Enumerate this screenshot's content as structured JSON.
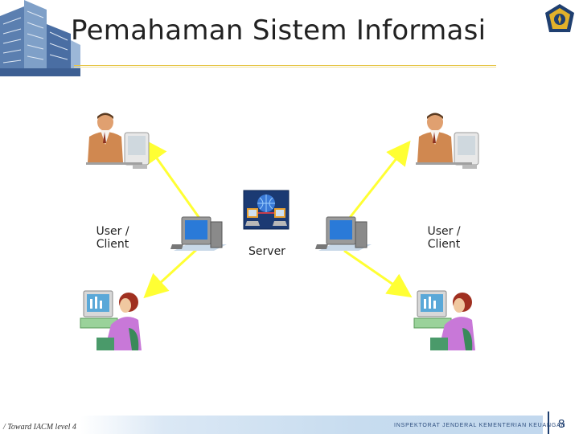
{
  "slide": {
    "title": "Pemahaman Sistem Informasi",
    "footer_left": "/ Toward IACM level 4",
    "footer_org": "INSPEKTORAT JENDERAL KEMENTERIAN KEUANGAN",
    "page_number": "8"
  },
  "diagram": {
    "left_label": "User /\nClient",
    "right_label": "User /\nClient",
    "server_label": "Server"
  },
  "colors": {
    "arrow": "#ffff33",
    "footer_bar": "#c7dcef",
    "title_rule": "#e6c64a",
    "accent_navy": "#1f3f70"
  }
}
